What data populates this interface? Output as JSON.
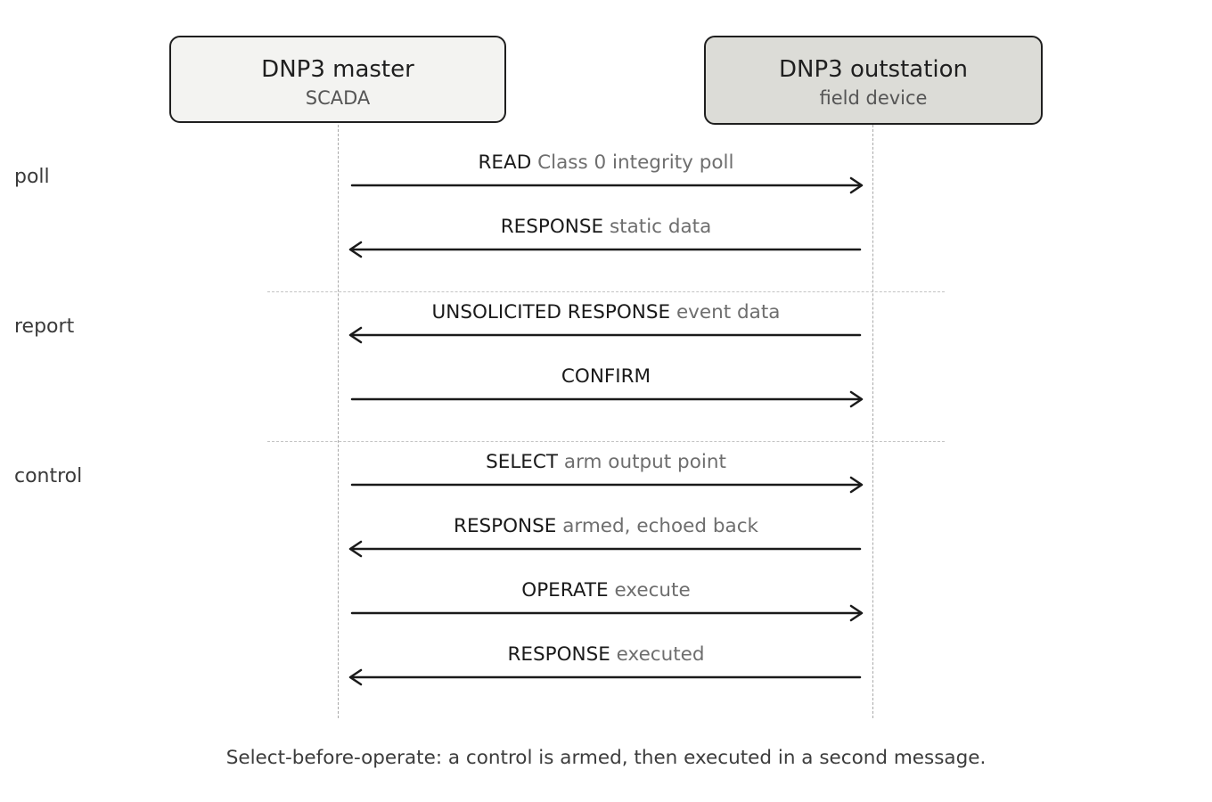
{
  "participants": {
    "master": {
      "name": "DNP3 master",
      "role": "SCADA"
    },
    "outstation": {
      "name": "DNP3 outstation",
      "role": "field device"
    }
  },
  "groups": [
    {
      "id": "poll",
      "label": "poll"
    },
    {
      "id": "report",
      "label": "report"
    },
    {
      "id": "control",
      "label": "control"
    }
  ],
  "messages": [
    {
      "verb": "READ",
      "detail": "Class 0 integrity poll",
      "direction": "master-to-outstation",
      "group": "poll"
    },
    {
      "verb": "RESPONSE",
      "detail": "static data",
      "direction": "outstation-to-master",
      "group": "poll"
    },
    {
      "verb": "UNSOLICITED RESPONSE",
      "detail": "event data",
      "direction": "outstation-to-master",
      "group": "report"
    },
    {
      "verb": "CONFIRM",
      "detail": "",
      "direction": "master-to-outstation",
      "group": "report"
    },
    {
      "verb": "SELECT",
      "detail": "arm output point",
      "direction": "master-to-outstation",
      "group": "control"
    },
    {
      "verb": "RESPONSE",
      "detail": "armed, echoed back",
      "direction": "outstation-to-master",
      "group": "control"
    },
    {
      "verb": "OPERATE",
      "detail": "execute",
      "direction": "master-to-outstation",
      "group": "control"
    },
    {
      "verb": "RESPONSE",
      "detail": "executed",
      "direction": "outstation-to-master",
      "group": "control"
    }
  ],
  "caption": "Select-before-operate: a control is armed, then executed in a second message.",
  "colors": {
    "arrow": "#1a1a1a",
    "outstation_fill": "#dcdcd7",
    "master_fill": "#f3f3f1"
  }
}
